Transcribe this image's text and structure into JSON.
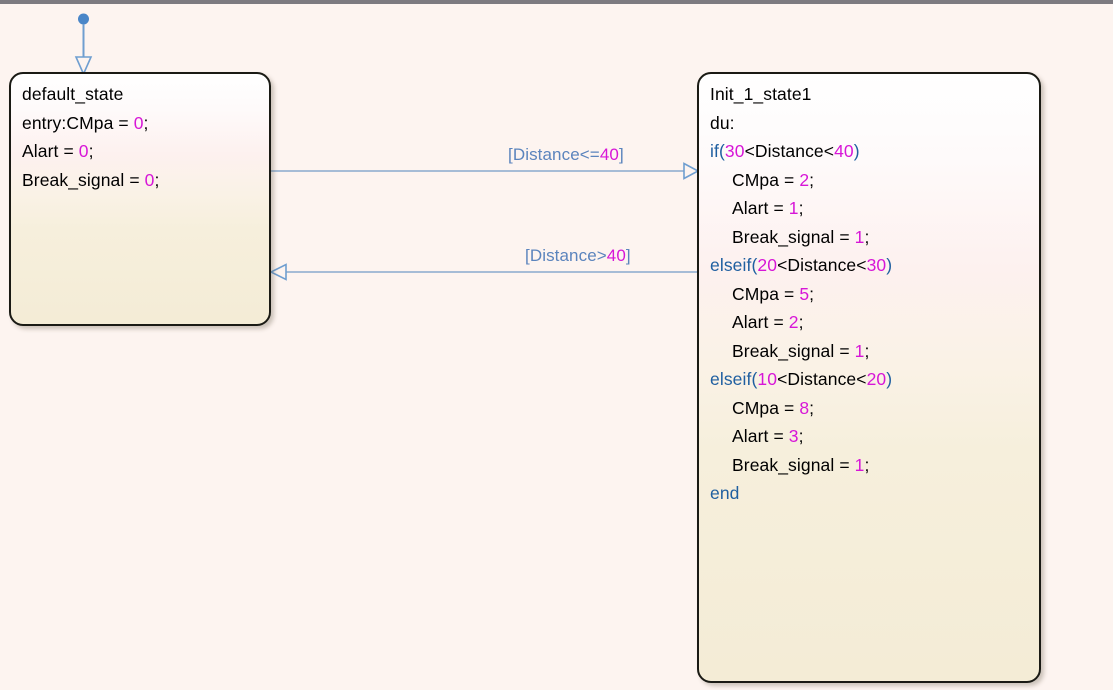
{
  "diagram": {
    "type": "stateflow-chart",
    "background_color": "#fdf4f0",
    "keyword_color": "#1f5fa0",
    "number_color": "#d716d7",
    "transition_color": "#7a9bc4",
    "state_border_color": "#1a1a14"
  },
  "states": [
    {
      "id": "default_state",
      "name": "default_state",
      "lines": [
        {
          "segments": [
            {
              "t": "default_state",
              "c": "plain"
            }
          ]
        },
        {
          "segments": [
            {
              "t": "entry:CMpa = ",
              "c": "plain"
            },
            {
              "t": "0",
              "c": "num"
            },
            {
              "t": ";",
              "c": "plain"
            }
          ]
        },
        {
          "segments": [
            {
              "t": "Alart = ",
              "c": "plain"
            },
            {
              "t": "0",
              "c": "num"
            },
            {
              "t": ";",
              "c": "plain"
            }
          ]
        },
        {
          "segments": [
            {
              "t": "Break_signal = ",
              "c": "plain"
            },
            {
              "t": "0",
              "c": "num"
            },
            {
              "t": ";",
              "c": "plain"
            }
          ]
        }
      ]
    },
    {
      "id": "Init_1_state1",
      "name": "Init_1_state1",
      "lines": [
        {
          "segments": [
            {
              "t": "Init_1_state1",
              "c": "plain"
            }
          ]
        },
        {
          "segments": [
            {
              "t": "du:",
              "c": "plain"
            }
          ]
        },
        {
          "segments": [
            {
              "t": "if(",
              "c": "kw"
            },
            {
              "t": "30",
              "c": "num"
            },
            {
              "t": "<Distance<",
              "c": "plain"
            },
            {
              "t": "40",
              "c": "num"
            },
            {
              "t": ")",
              "c": "kw"
            }
          ]
        },
        {
          "indent": true,
          "segments": [
            {
              "t": "CMpa = ",
              "c": "plain"
            },
            {
              "t": "2",
              "c": "num"
            },
            {
              "t": ";",
              "c": "plain"
            }
          ]
        },
        {
          "indent": true,
          "segments": [
            {
              "t": "Alart = ",
              "c": "plain"
            },
            {
              "t": "1",
              "c": "num"
            },
            {
              "t": ";",
              "c": "plain"
            }
          ]
        },
        {
          "indent": true,
          "segments": [
            {
              "t": "Break_signal = ",
              "c": "plain"
            },
            {
              "t": "1",
              "c": "num"
            },
            {
              "t": ";",
              "c": "plain"
            }
          ]
        },
        {
          "segments": [
            {
              "t": "elseif(",
              "c": "kw"
            },
            {
              "t": "20",
              "c": "num"
            },
            {
              "t": "<Distance<",
              "c": "plain"
            },
            {
              "t": "30",
              "c": "num"
            },
            {
              "t": ")",
              "c": "kw"
            }
          ]
        },
        {
          "indent": true,
          "segments": [
            {
              "t": "CMpa = ",
              "c": "plain"
            },
            {
              "t": "5",
              "c": "num"
            },
            {
              "t": ";",
              "c": "plain"
            }
          ]
        },
        {
          "indent": true,
          "segments": [
            {
              "t": "Alart = ",
              "c": "plain"
            },
            {
              "t": "2",
              "c": "num"
            },
            {
              "t": ";",
              "c": "plain"
            }
          ]
        },
        {
          "indent": true,
          "segments": [
            {
              "t": "Break_signal = ",
              "c": "plain"
            },
            {
              "t": "1",
              "c": "num"
            },
            {
              "t": ";",
              "c": "plain"
            }
          ]
        },
        {
          "segments": [
            {
              "t": "elseif(",
              "c": "kw"
            },
            {
              "t": "10",
              "c": "num"
            },
            {
              "t": "<Distance<",
              "c": "plain"
            },
            {
              "t": "20",
              "c": "num"
            },
            {
              "t": ")",
              "c": "kw"
            }
          ]
        },
        {
          "indent": true,
          "segments": [
            {
              "t": "CMpa = ",
              "c": "plain"
            },
            {
              "t": "8",
              "c": "num"
            },
            {
              "t": ";",
              "c": "plain"
            }
          ]
        },
        {
          "indent": true,
          "segments": [
            {
              "t": "Alart = ",
              "c": "plain"
            },
            {
              "t": "3",
              "c": "num"
            },
            {
              "t": ";",
              "c": "plain"
            }
          ]
        },
        {
          "indent": true,
          "segments": [
            {
              "t": "Break_signal = ",
              "c": "plain"
            },
            {
              "t": "1",
              "c": "num"
            },
            {
              "t": ";",
              "c": "plain"
            }
          ]
        },
        {
          "segments": [
            {
              "t": "end",
              "c": "kw"
            }
          ]
        }
      ]
    }
  ],
  "transitions": [
    {
      "id": "default-to-init",
      "label_segments": [
        {
          "t": "[Distance<=",
          "c": "plain"
        },
        {
          "t": "40",
          "c": "num"
        },
        {
          "t": "]",
          "c": "plain"
        }
      ],
      "from": "default_state",
      "to": "Init_1_state1"
    },
    {
      "id": "init-to-default",
      "label_segments": [
        {
          "t": "[Distance>",
          "c": "plain"
        },
        {
          "t": "40",
          "c": "num"
        },
        {
          "t": "]",
          "c": "plain"
        }
      ],
      "from": "Init_1_state1",
      "to": "default_state"
    }
  ],
  "default_transition": {
    "id": "default-entry-marker",
    "target": "default_state"
  }
}
